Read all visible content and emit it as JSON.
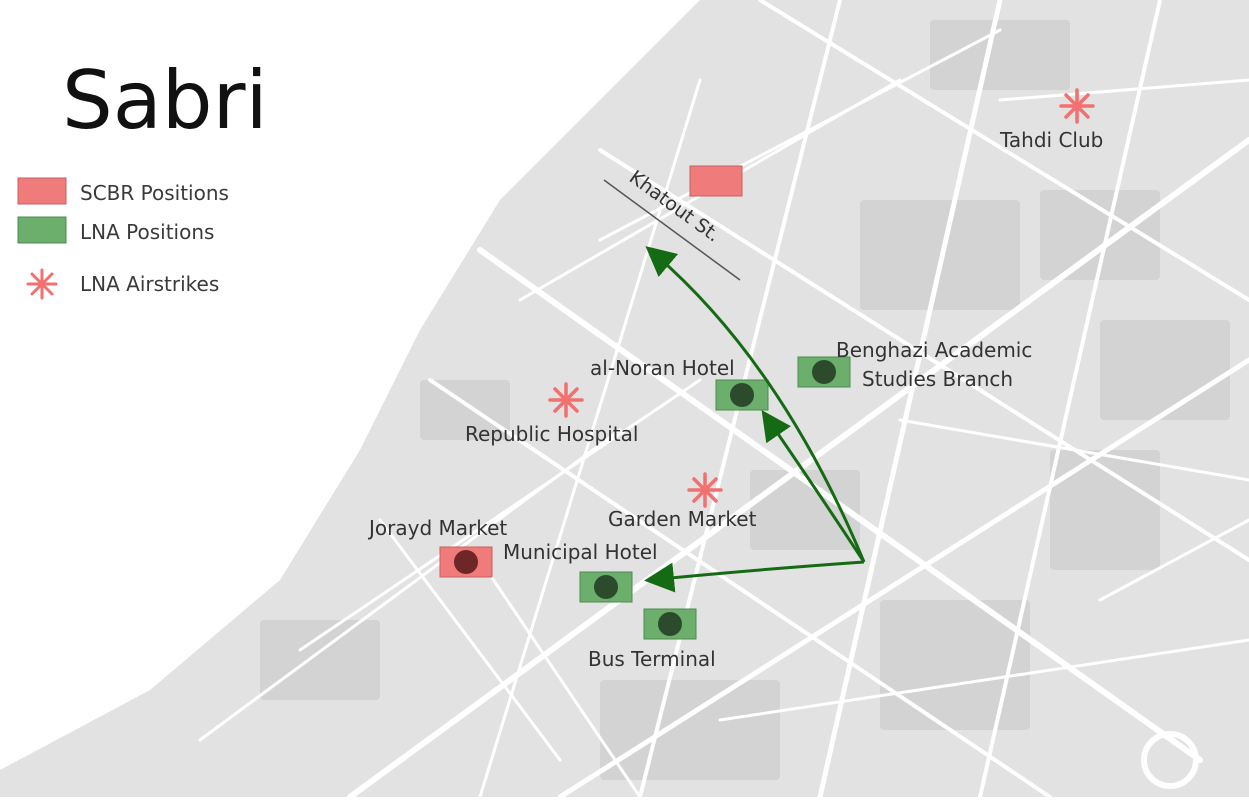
{
  "map": {
    "title": "Sabri",
    "colors": {
      "sea": "#ffffff",
      "land": "#e2e2e2",
      "block": "#d3d3d3",
      "road": "#ffffff",
      "scbr": "#f07b7b",
      "lna": "#6cae6c",
      "lna_dot": "#2c4a2c",
      "scbr_dot": "#6e2626",
      "airstrike": "#f27070",
      "arrow": "#146b14",
      "text": "#3a3a3a"
    },
    "legend": [
      {
        "label": "SCBR Positions",
        "symbol": "scbr"
      },
      {
        "label": "LNA Positions",
        "symbol": "lna"
      },
      {
        "label": "LNA Airstrikes",
        "symbol": "airstrike"
      }
    ],
    "street_label": "Khatout St.",
    "places": {
      "tahdi": "Tahdi Club",
      "benghazi_1": "Benghazi Academic",
      "benghazi_2": "Studies Branch",
      "noran": "al-Noran Hotel",
      "republic": "Republic Hospital",
      "garden": "Garden Market",
      "jorayd": "Jorayd Market",
      "municipal": "Municipal Hotel",
      "bus": "Bus Terminal"
    }
  }
}
